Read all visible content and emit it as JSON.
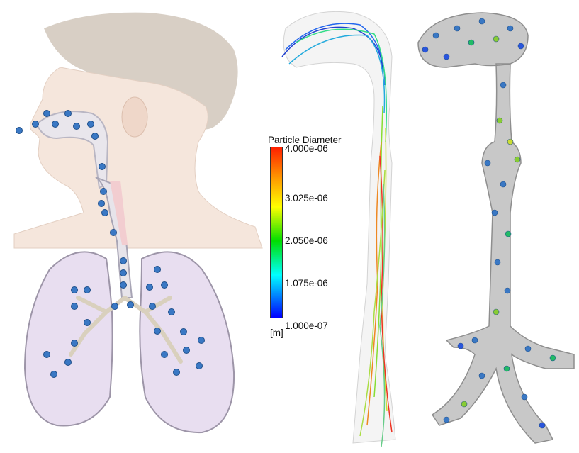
{
  "colorbar": {
    "title": "Particle Diameter",
    "unit": "[m]",
    "ticks": [
      "4.000e-06",
      "3.025e-06",
      "2.050e-06",
      "1.075e-06",
      "1.000e-07"
    ],
    "colors": [
      "#ff2000",
      "#ffff00",
      "#00dd00",
      "#00ffff",
      "#0000ff"
    ]
  },
  "palette": {
    "particle_blue": "#3a78c4",
    "airway_gray": "#c8c8c8",
    "lung_lilac": "#e6dcea",
    "skin": "#f4e2d6",
    "hair": "#d6cdc3"
  }
}
